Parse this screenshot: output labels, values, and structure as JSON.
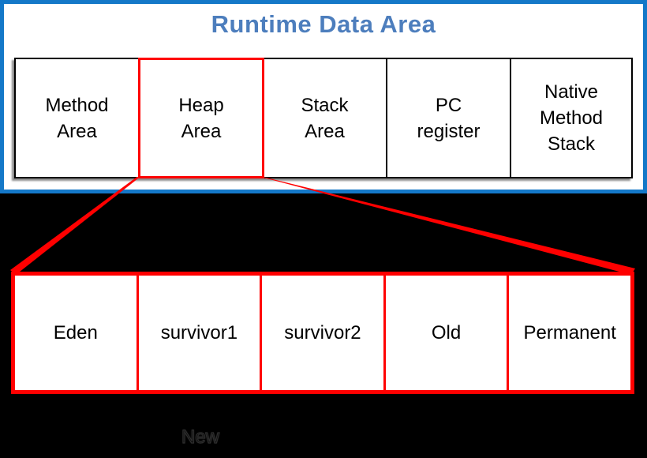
{
  "title": "Runtime Data Area",
  "colors": {
    "frame_blue": "#1478C8",
    "title_blue": "#4D7EBD",
    "highlight_red": "#FF0000",
    "box_black": "#000000",
    "page_bg": "#000000"
  },
  "runtime_row": {
    "cells": [
      {
        "label": "Method\nArea"
      },
      {
        "label": "Heap\nArea",
        "highlighted": true
      },
      {
        "label": "Stack\nArea"
      },
      {
        "label": "PC\nregister"
      },
      {
        "label": "Native\nMethod\nStack"
      }
    ]
  },
  "heap_row": {
    "cells": [
      {
        "label": "Eden"
      },
      {
        "label": "survivor1"
      },
      {
        "label": "survivor2"
      },
      {
        "label": "Old"
      },
      {
        "label": "Permanent"
      }
    ]
  },
  "footnote": {
    "label": "New"
  }
}
